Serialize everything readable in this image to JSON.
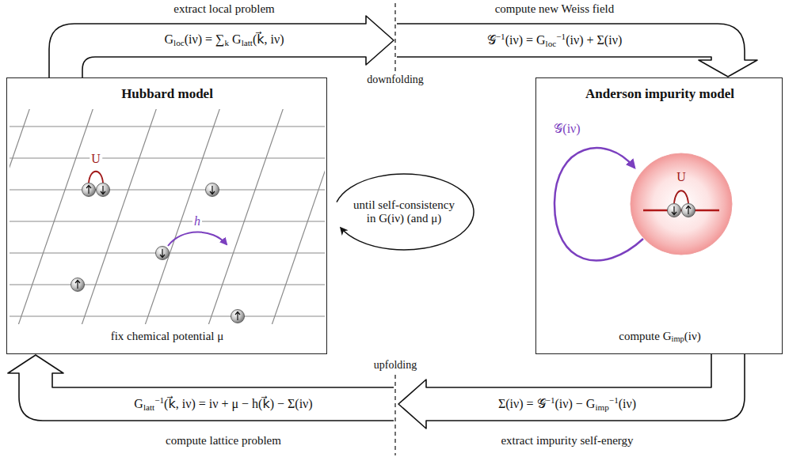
{
  "diagram": {
    "nodes": [
      {
        "text": [
          "extract local problem",
          "Gloc(iν) = ∑k Glatt(k⃗, iν)"
        ]
      },
      {
        "text": [
          "compute new Weiss field",
          "𝒢−1(iν) = Gloc−1(iν) + Σ(iν)"
        ]
      },
      {
        "text": [
          "Hubbard model",
          "fix chemical potential μ"
        ]
      },
      {
        "text": [
          "Anderson impurity model",
          "compute Gimp(iν)"
        ]
      },
      {
        "text": [
          "Glatt−1(k⃗, iν) = iν + μ − h(k⃗) − Σ(iν)",
          "compute lattice problem"
        ]
      },
      {
        "text": [
          "Σ(iν) = 𝒢−1(iν) − Gimp−1(iν)",
          "extract impurity self-energy"
        ]
      }
    ],
    "labels": [
      "downfolding",
      "U",
      "h",
      "until self-consistency in G(iν) (and μ)",
      "𝒢(iν)",
      "U",
      "upfolding"
    ]
  }
}
